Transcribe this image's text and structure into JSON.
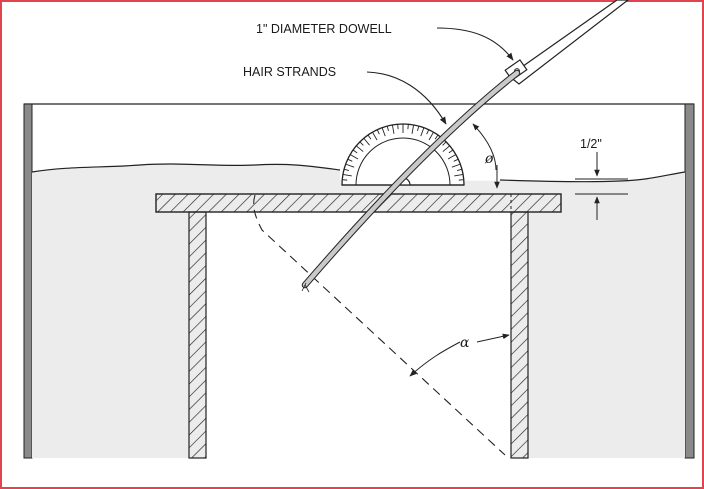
{
  "colors": {
    "border": "#e0454f",
    "water": "#ececec",
    "ink": "#222222",
    "tank_wall": "#8a8a8a",
    "dowel": "#c9c9c9"
  },
  "labels": {
    "dowel": "1\" DIAMETER DOWELL",
    "hair": "HAIR STRANDS",
    "half_inch": "1/2\"",
    "phi": "ø",
    "alpha": "α"
  },
  "icons": {
    "protractor": "protractor-icon",
    "arrow": "arrow-icon"
  }
}
